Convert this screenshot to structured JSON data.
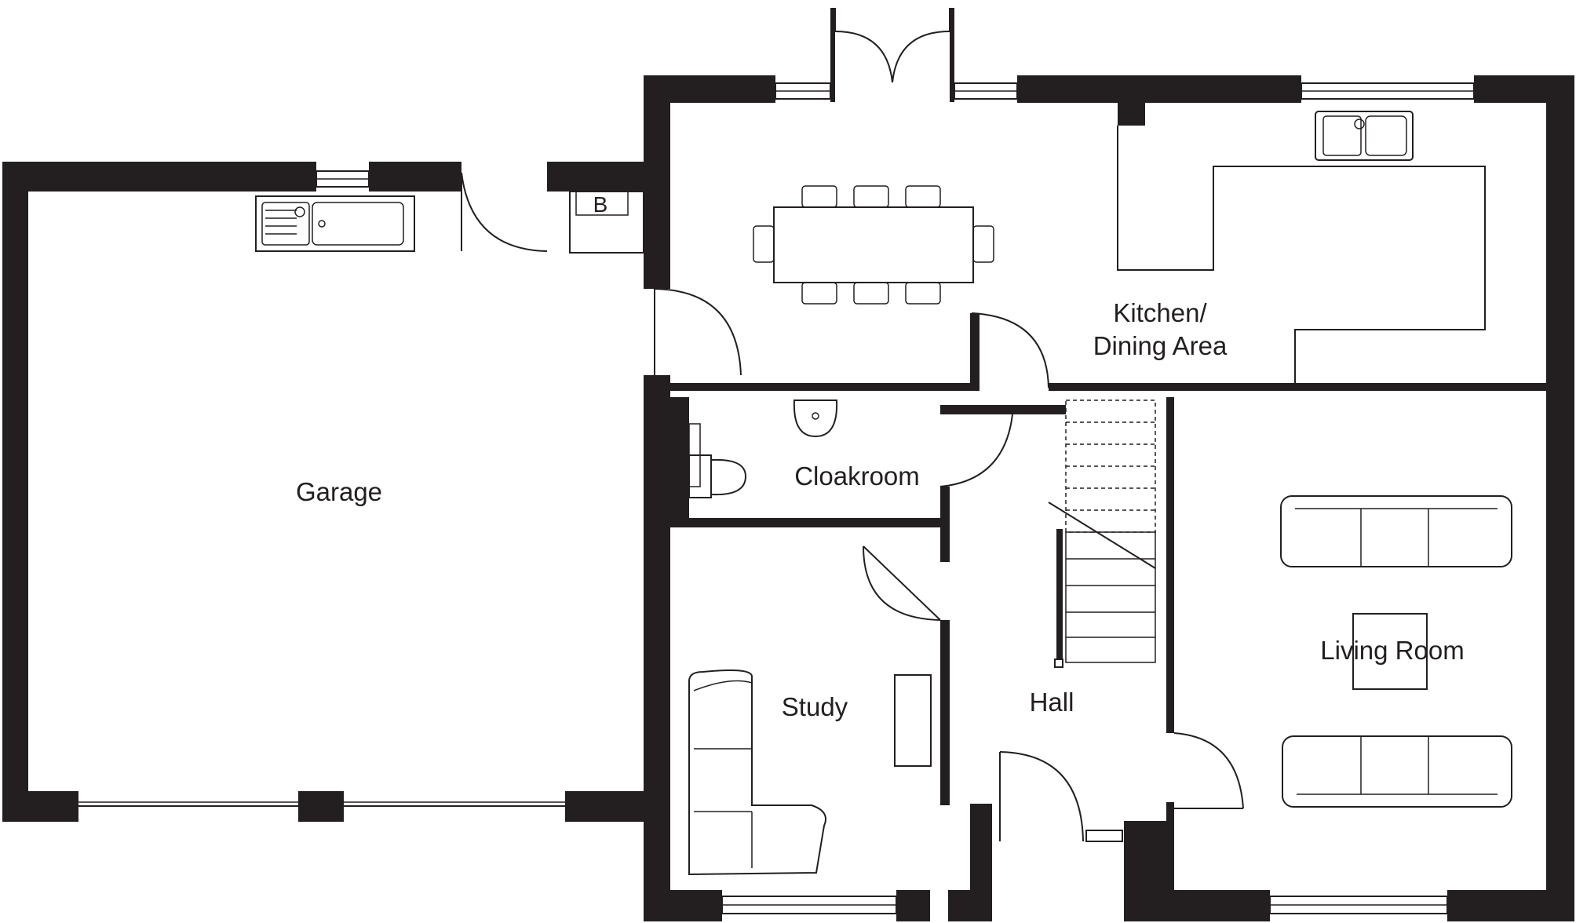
{
  "plan": {
    "rooms": {
      "garage": "Garage",
      "kitchen_line1": "Kitchen/",
      "kitchen_line2": "Dining Area",
      "cloakroom": "Cloakroom",
      "study": "Study",
      "hall": "Hall",
      "living_room": "Living Room"
    },
    "boiler_label": "B",
    "colors": {
      "wall": "#231f20",
      "background": "#ffffff"
    }
  }
}
